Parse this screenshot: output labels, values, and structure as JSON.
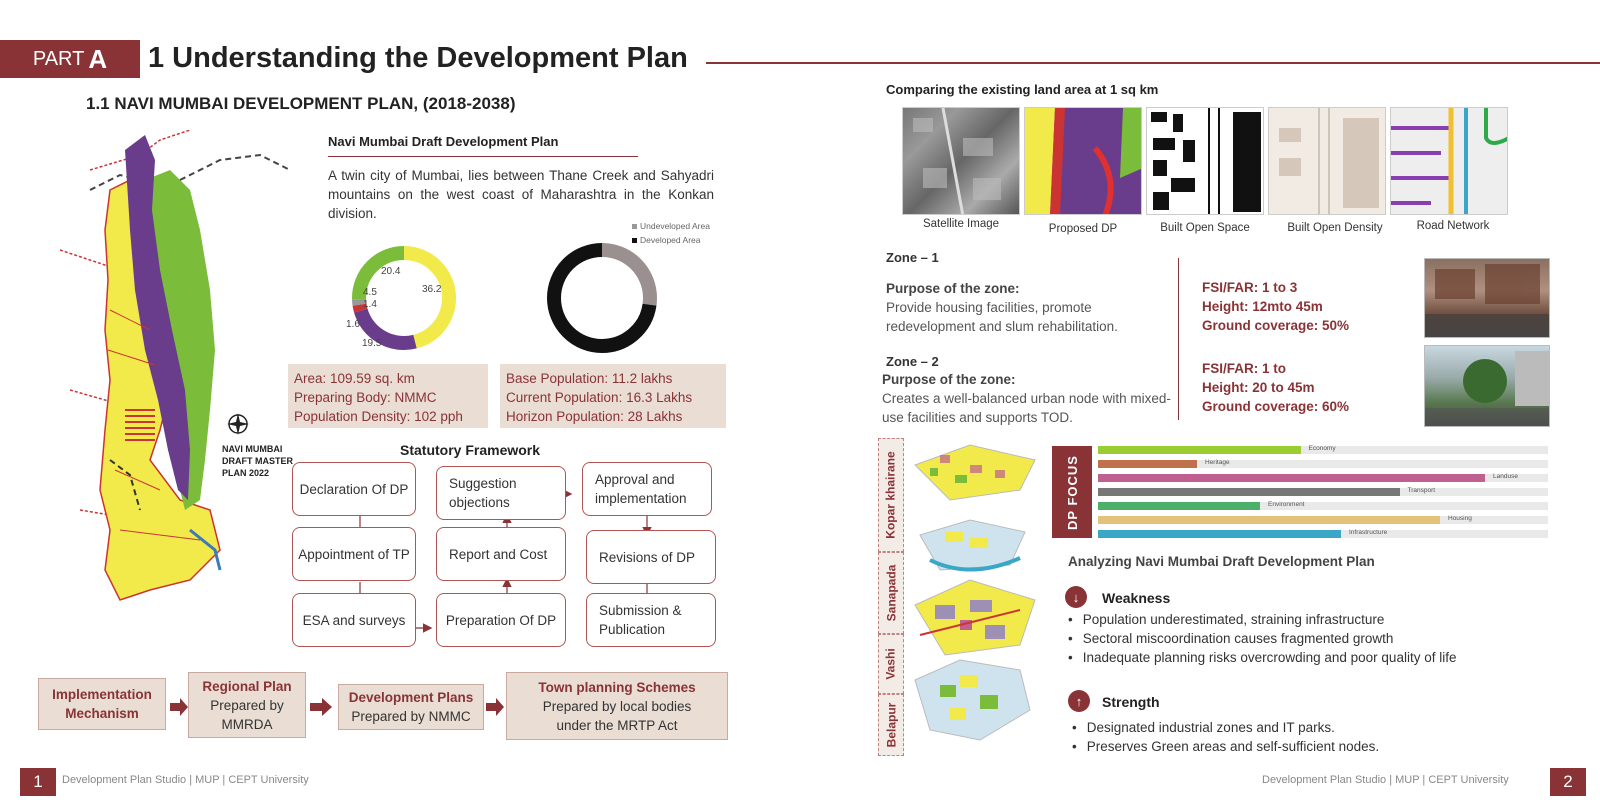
{
  "header": {
    "part_label": "PART",
    "part_letter": "A",
    "title": "1 Understanding the Development Plan"
  },
  "left": {
    "section_title": "1.1 NAVI MUMBAI DEVELOPMENT PLAN, (2018-2038)",
    "subtitle": "Navi Mumbai Draft Development Plan",
    "intro": "A twin city of Mumbai, lies between Thane Creek and Sahyadri mountains on the west coast of Maharashtra in the Konkan division.",
    "map_label": [
      "NAVI MUMBAI",
      "DRAFT MASTER",
      "PLAN 2022"
    ],
    "donut1": {
      "labels": [
        "20.4",
        "36.2",
        "4.5",
        "1.4",
        "1.6",
        "19.5"
      ]
    },
    "legend": [
      "Undeveloped Area",
      "Developed Area"
    ],
    "info_left": [
      "Area: 109.59 sq. km",
      "Preparing Body: NMMC",
      "Population Density: 102 pph"
    ],
    "info_right": [
      "Base Population: 11.2 lakhs",
      "Current Population: 16.3 Lakhs",
      "Horizon Population: 28 Lakhs"
    ],
    "framework_title": "Statutory Framework",
    "framework": {
      "declaration": "Declaration Of DP",
      "appointment": "Appointment of TP",
      "esa": "ESA and surveys",
      "preparation": "Preparation Of DP",
      "report": "Report and Cost",
      "suggestion": "Suggestion objections",
      "approval": "Approval and implementation",
      "revisions": "Revisions of DP",
      "submission": "Submission & Publication"
    },
    "implementation": {
      "label": "Implementation Mechanism",
      "regional_title": "Regional Plan",
      "regional_body": "Prepared by MMRDA",
      "dev_title": "Development Plans",
      "dev_body": "Prepared by NMMC",
      "tps_title": "Town planning Schemes",
      "tps_body": "Prepared by local bodies under the MRTP Act"
    }
  },
  "right": {
    "compare_title": "Comparing the existing land area at 1 sq km",
    "thumbs": [
      "Satellite Image",
      "Proposed DP",
      "Built Open Space",
      "Built Open Density",
      "Road Network"
    ],
    "zone1": {
      "label": "Zone – 1",
      "purpose_title": "Purpose of the zone:",
      "purpose": "Provide housing facilities, promote redevelopment and slum rehabilitation.",
      "fsi": "FSI/FAR: 1 to 3",
      "height": "Height: 12mto 45m",
      "coverage": "Ground coverage: 50%"
    },
    "zone2": {
      "label": "Zone – 2",
      "purpose_title": "Purpose of the zone:",
      "purpose": "Creates a well-balanced urban node with mixed-use facilities and supports TOD.",
      "fsi": "FSI/FAR: 1 to",
      "height": "Height: 20 to 45m",
      "coverage": "Ground coverage: 60%"
    },
    "nodes": [
      "Kopar khairane",
      "Sanapada",
      "Vashi",
      "Belapur"
    ],
    "dp_focus_label": "DP FOCUS",
    "dp_focus": [
      {
        "name": "Economy",
        "value": 0.45,
        "color": "#9acd32"
      },
      {
        "name": "Heritage",
        "value": 0.22,
        "color": "#c0704a"
      },
      {
        "name": "Landuse",
        "value": 0.86,
        "color": "#c06090"
      },
      {
        "name": "Transport",
        "value": 0.67,
        "color": "#777777"
      },
      {
        "name": "Environment",
        "value": 0.36,
        "color": "#4caf6a"
      },
      {
        "name": "Housing",
        "value": 0.76,
        "color": "#e3c27a"
      },
      {
        "name": "Infrastructure",
        "value": 0.54,
        "color": "#3aa6c8"
      }
    ],
    "analysis_title": "Analyzing Navi Mumbai Draft Development Plan",
    "weakness_title": "Weakness",
    "weakness": [
      "Population underestimated, straining infrastructure",
      "Sectoral miscoordination causes fragmented growth",
      "Inadequate planning risks overcrowding and poor quality of life"
    ],
    "strength_title": "Strength",
    "strength": [
      "Designated industrial zones and IT parks.",
      "Preserves Green areas and self-sufficient nodes."
    ]
  },
  "footer": {
    "left_page": "1",
    "left_text": "Development Plan Studio | MUP | CEPT University",
    "right_text": "Development Plan Studio | MUP | CEPT University",
    "right_page": "2"
  }
}
